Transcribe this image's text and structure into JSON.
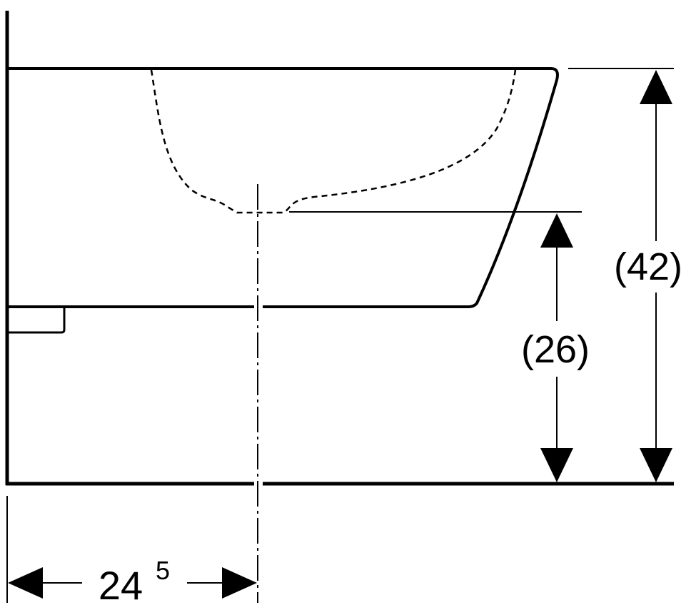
{
  "dimensions": {
    "overall_height": "(42)",
    "bowl_height": "(26)",
    "distance_main": "24",
    "distance_sup": "5"
  },
  "colors": {
    "line": "#000000",
    "background": "#ffffff"
  }
}
